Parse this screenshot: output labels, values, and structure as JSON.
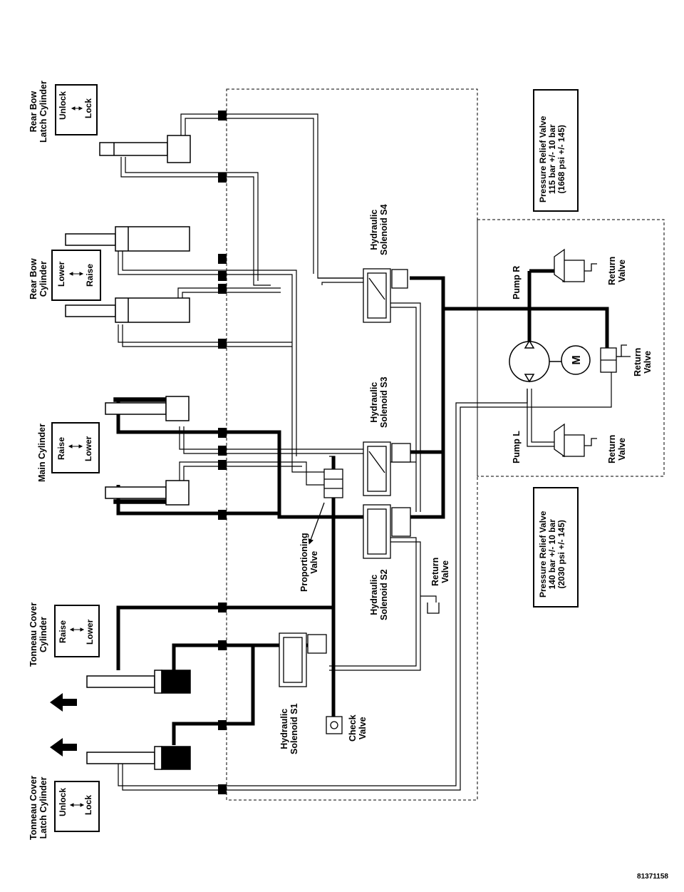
{
  "components": {
    "rear_bow_latch_cylinder": "Rear Bow\nLatch Cylinder",
    "rear_bow_cylinder": "Rear Bow\nCylinder",
    "main_cylinder": "Main Cylinder",
    "tonneau_cover_cylinder": "Tonneau Cover\nCylinder",
    "tonneau_cover_latch_cylinder": "Tonneau Cover\nLatch Cylinder",
    "solenoid_s1": "Hydraulic\nSolenoid S1",
    "solenoid_s2": "Hydraulic\nSolenoid S2",
    "solenoid_s3": "Hydraulic\nSolenoid S3",
    "solenoid_s4": "Hydraulic\nSolenoid S4",
    "proportioning_valve": "Proportioning\nValve",
    "check_valve": "Check\nValve",
    "return_valve": "Return\nValve",
    "pump_r": "Pump R",
    "pump_l": "Pump L",
    "motor": "M"
  },
  "direction_boxes": {
    "rear_bow_latch": [
      "Unlock",
      "Lock"
    ],
    "rear_bow": [
      "Lower",
      "Raise"
    ],
    "main": [
      "Raise",
      "Lower"
    ],
    "tonneau_cover": [
      "Raise",
      "Lower"
    ],
    "tonneau_cover_latch": [
      "Unlock",
      "Lock"
    ]
  },
  "relief_valves": {
    "upper": "Pressure Relief Valve\n115 bar +/- 10 bar\n(1668 psi +/- 145)",
    "lower": "Pressure Relief Valve\n140 bar +/- 10 bar\n(2030 psi +/- 145)"
  },
  "figure_id": "81371158"
}
